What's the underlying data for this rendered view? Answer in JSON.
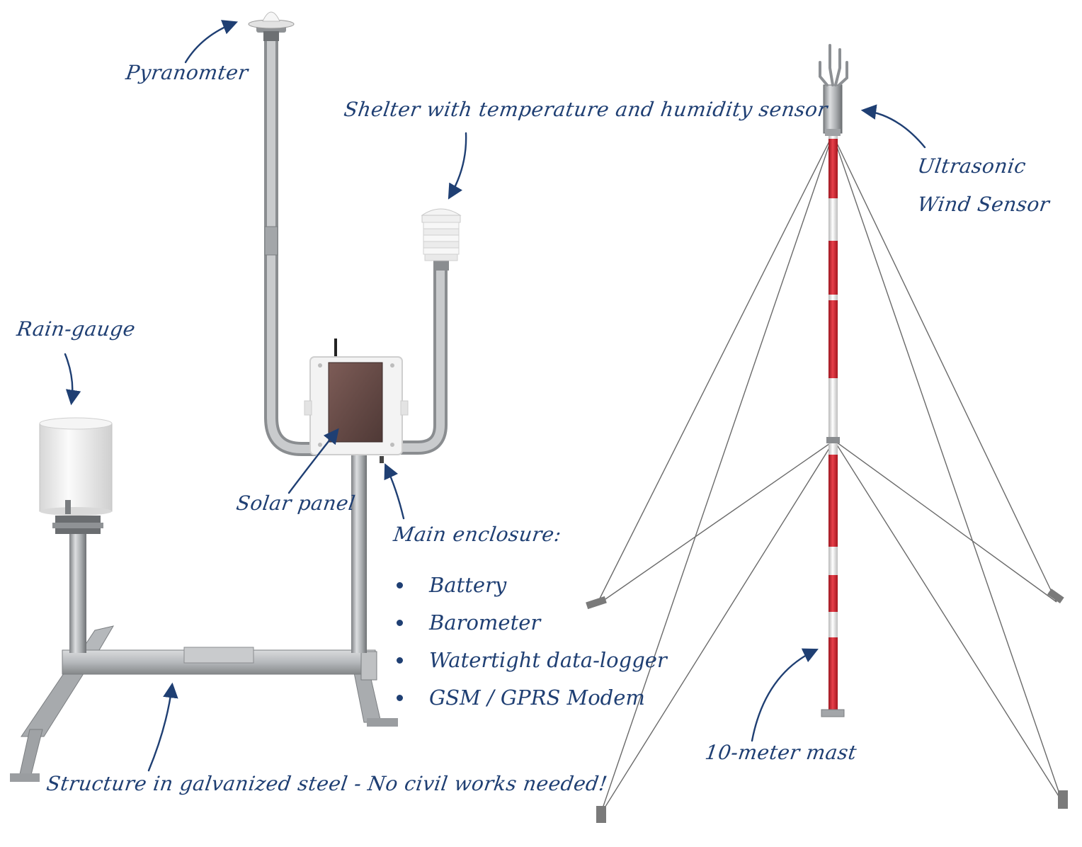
{
  "labels": {
    "pyranometer": "Pyranomter",
    "shelter": "Shelter with temperature and humidity sensor",
    "rain_gauge": "Rain-gauge",
    "solar_panel": "Solar panel",
    "main_enclosure": "Main enclosure:",
    "structure": "Structure in galvanized steel - No civil works needed!",
    "wind_sensor_line1": "Ultrasonic",
    "wind_sensor_line2": "Wind Sensor",
    "mast": "10-meter mast"
  },
  "enclosure_items": [
    "Battery",
    "Barometer",
    "Watertight data-logger",
    "GSM / GPRS Modem"
  ],
  "colors": {
    "label_text": "#1f3f73",
    "arrow": "#1f3f73",
    "steel": "#b9bcbf",
    "steel_dark": "#8d9094",
    "mast_red": "#d32531",
    "mast_white": "#f2f2f2",
    "enclosure": "#f4f4f4",
    "solar_panel": "#6f4f4a",
    "guy_wire": "#6a6a6a"
  }
}
